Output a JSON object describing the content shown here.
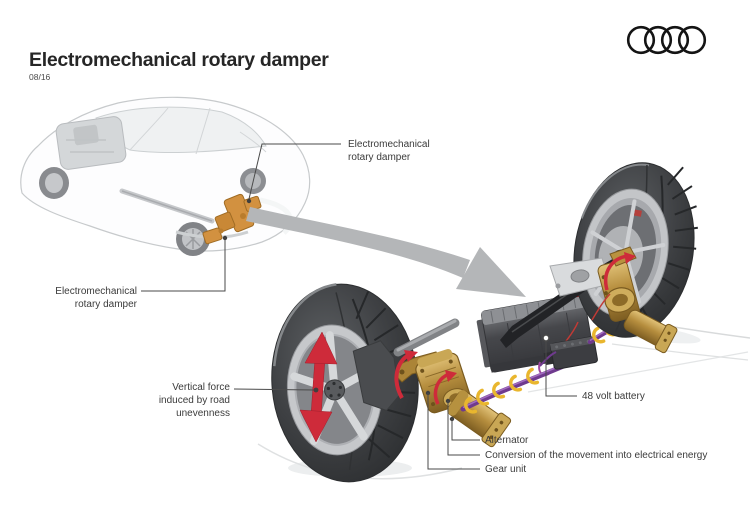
{
  "header": {
    "title": "Electromechanical rotary damper",
    "date_code": "08/16"
  },
  "logo": {
    "name": "audi-rings",
    "rings": 4,
    "ring_color": "#141414"
  },
  "callouts": {
    "damper_top": {
      "line1": "Electromechanical",
      "line2": "rotary damper"
    },
    "damper_left": {
      "line1": "Electromechanical",
      "line2": "rotary damper"
    },
    "vertical_force": {
      "line1": "Vertical force",
      "line2": "induced by road",
      "line3": "unevenness"
    },
    "battery": {
      "label": "48 volt battery"
    },
    "alternator": {
      "label": "Alternator"
    },
    "conversion": {
      "label": "Conversion of the movement into electrical energy"
    },
    "gear_unit": {
      "label": "Gear unit"
    }
  },
  "colors": {
    "bronze_accent": "#b58e3e",
    "cable_purple": "#6f3a8e",
    "clip_yellow": "#e9b62e",
    "arrow_red": "#ce2b3a",
    "battery_gray": "#46474b",
    "detail_arrow_gray": "#b4b6b8",
    "label_text": "#3b3b3b",
    "ghost_car_line": "#c7cacc"
  }
}
